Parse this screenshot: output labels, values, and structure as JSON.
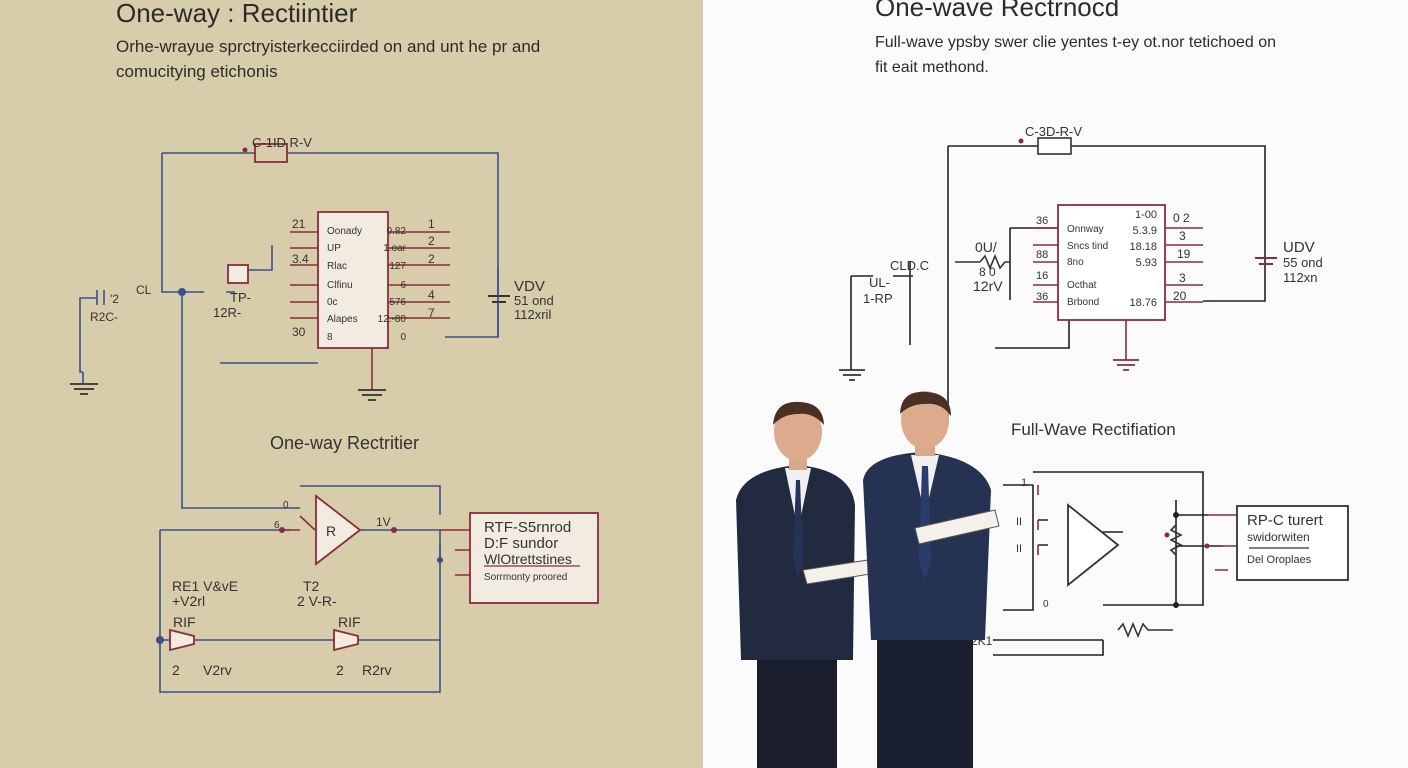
{
  "left": {
    "title": "One-way : Rectiintier",
    "subtitle_lines": [
      "Orhe-wrayue sprctryisterkecciirded on and unt he pr and",
      "comucitying etichonis"
    ],
    "top_resistor_label": "C-1ID R-V",
    "ic": {
      "left_pins": [
        "21",
        "",
        "3.4",
        "",
        "",
        "",
        "30"
      ],
      "inner_left": [
        "Oonady",
        "UP",
        "Rlac",
        "Clfinu",
        "0c",
        "Alapes",
        "8"
      ],
      "inner_right": [
        "0.82",
        "1.oar",
        "127",
        "6",
        "576",
        "12.-80",
        "0"
      ],
      "right_pins": [
        "1",
        "2",
        "2",
        "",
        "4",
        "7",
        ""
      ]
    },
    "source": [
      "VDV",
      "51 ond",
      "112xril"
    ],
    "cap_labels": [
      "CL",
      "R2C-",
      "'2"
    ],
    "input_labels": [
      "TP-",
      "12R-"
    ],
    "section_title": "One-way Rectritier",
    "amp_label": "R",
    "amp_out_label": "1V",
    "amp_in_labels": [
      "0",
      "6"
    ],
    "output_box": [
      "RTF-S5rnrod",
      "D:F sundor",
      "WlOtrettstines",
      "Sorrmonty proored"
    ],
    "bottom_labels": [
      "RE1 V&vE",
      "+V2rl",
      "RIF",
      "RIF",
      "T2",
      "2 V-R-",
      "V2rv",
      "R2rv",
      "2",
      "2"
    ]
  },
  "right": {
    "title": "One-wave Rectrnocd",
    "subtitle_lines": [
      "Full-wave ypsby swer clie yentes t-ey ot.nor tetichoed on",
      "fit eait methond."
    ],
    "top_resistor_label": "C-3D-R-V",
    "ic": {
      "left_pins": [
        "36",
        "",
        "88",
        "16",
        "36"
      ],
      "inner_left": [
        "Onnway",
        "Sncs tind",
        "8no",
        "Octhat",
        "Brbond"
      ],
      "inner_right": [
        "1-00",
        "5.3.9",
        "18.18",
        "5.93",
        "18.76"
      ],
      "right_pins": [
        "0 2",
        "3",
        "19",
        "3",
        "20"
      ]
    },
    "source": [
      "UDV",
      "55 ond",
      "112xn"
    ],
    "left_labels": [
      "0U/",
      "8 0",
      "12rV",
      "CLD.C",
      "UL-",
      "1-RP"
    ],
    "section_title": "Full-Wave Rectifiation",
    "amp_in_labels": [
      "1",
      "II",
      "II"
    ],
    "output_box": [
      "RP-C turert",
      "swidorwiten",
      "Del Oroplaes"
    ],
    "bottom_labels": [
      "0",
      "2K1"
    ]
  },
  "colors": {
    "wire_blue": "#3a4f8f",
    "wire_red": "#8c2b3e",
    "left_bg": "#d8cdaa",
    "right_bg": "#fbfbfb"
  }
}
